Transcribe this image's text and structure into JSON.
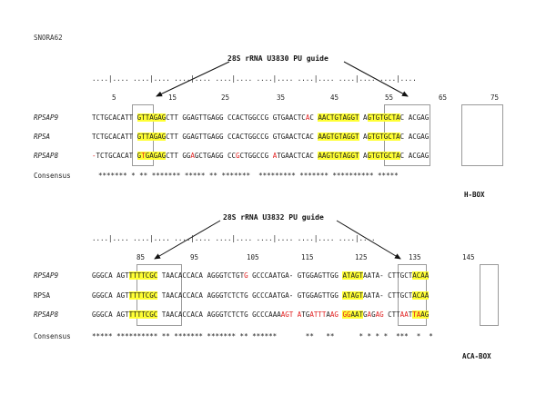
{
  "title": "SNORA62",
  "panel1": {
    "guide_label": "28S rRNA U3830 PU guide",
    "ruler": "....|.... ....|.... ....|.... ....|.... ....|.... ....|.... ....|.... ....|....",
    "numbers": [
      {
        "num": "5"
      },
      {
        "num": "15"
      },
      {
        "num": "25"
      },
      {
        "num": "35"
      },
      {
        "num": "45"
      },
      {
        "num": "55"
      },
      {
        "num": "65"
      },
      {
        "num": "75"
      }
    ],
    "rows": [
      {
        "name": "RPSAP9",
        "italic": true,
        "seq": "TCTGCACATT GTTAGAGCTT GGAGTTGAGG CCACTGGCCG GTGAACTCAC AACTGTAGGT AGTGTGCTAC ACGAG",
        "red": [
          52
        ]
      },
      {
        "name": "RPSA",
        "italic": true,
        "seq": "TCTGCACATT GTTAGAGCTT GGAGTTGAGG CCACTGGCCG GTGAACTCAC AAGTGTAGGT AGTGTGCTAC ACGAG",
        "red": []
      },
      {
        "name": "RPSAP8",
        "italic": true,
        "seq": "-TCTGCACAT GTGAGAGCTT GGAGCTGAGG CCGCTGGCCG ATGAACTCAC AAGTGTAGGT AGTGTGCTAC ACGAG",
        "red": [
          0,
          12,
          24,
          35,
          44
        ]
      }
    ],
    "consensus_label": "Consensus",
    "consensus": "******* * ** ******* ***** ** *******  ********* ******* ********** *****",
    "box_label": "H-BOX"
  },
  "panel2": {
    "guide_label": "28S rRNA U3832 PU guide",
    "ruler": "....|.... ....|.... ....|.... ....|.... ....|.... ....|.... ....|....",
    "numbers": [
      {
        "num": "85"
      },
      {
        "num": "95"
      },
      {
        "num": "105"
      },
      {
        "num": "115"
      },
      {
        "num": "125"
      },
      {
        "num": "135"
      },
      {
        "num": "145"
      }
    ],
    "rows": [
      {
        "name": "RPSAP9",
        "italic": true,
        "seq": "GGGCA AGTTTTTCGC TAACACCACA AGGGTCTGTG GCCCAATGA- GTGGAGTTGG ATAGTAATA- CTTGCTACAA",
        "red": [
          37
        ]
      },
      {
        "name": "RPSA",
        "italic": false,
        "seq": "GGGCA AGTTTTTCGC TAACACCACA AGGGTCTCTG GCCCAATGA- GTGGAGTTGG ATAGTAATA- CTTGCTACAA",
        "red": []
      },
      {
        "name": "RPSAP8",
        "italic": true,
        "seq": "GGGCA AGTTTTTCGC TAACACCACA AGGGTCTCTG GCCCAAAAGT ATGATTTAAG GGAATGAGAG CTTAATTAAG",
        "red": [
          46,
          47,
          48,
          49,
          50,
          53,
          54,
          55,
          56,
          58,
          59,
          61,
          62,
          67,
          69,
          70,
          75,
          76,
          78,
          79
        ]
      }
    ],
    "consensus_label": "Consensus",
    "consensus": "***** ********** ** ******* ******* ** ******       **   **      * * * *  ***  *  *",
    "box_label": "ACA-BOX"
  }
}
